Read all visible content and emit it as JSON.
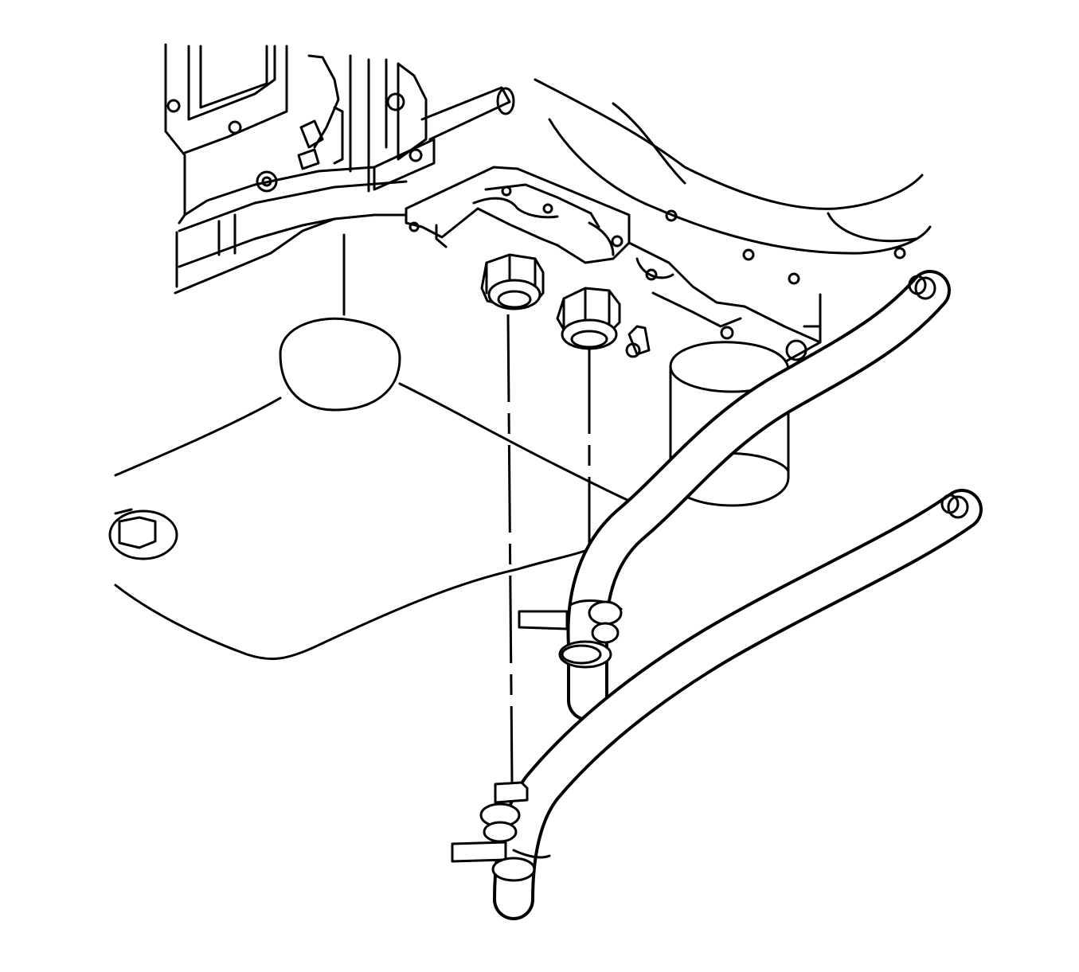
{
  "diagram": {
    "kind": "technical line drawing",
    "ink_color": "#000000",
    "background_color": "#ffffff",
    "components": [
      "transmission-case",
      "bell-housing",
      "oil-pan",
      "oil-cooler-adapter",
      "oil-filter",
      "upper-cooler-line-fitting",
      "lower-cooler-line-fitting",
      "upper-cooler-line",
      "lower-cooler-line",
      "alignment-line-left",
      "alignment-line-right"
    ]
  }
}
